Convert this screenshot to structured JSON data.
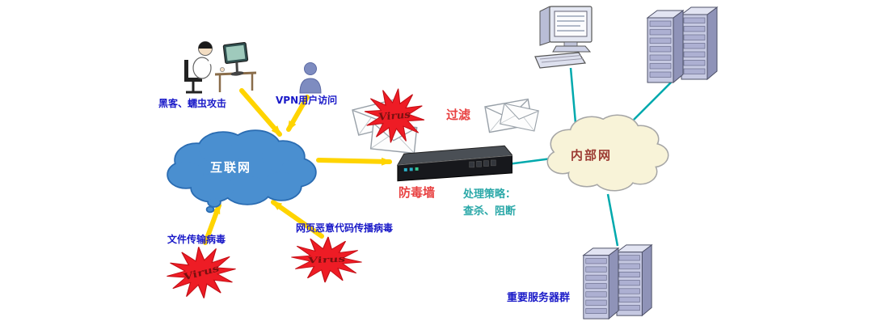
{
  "colors": {
    "arrow_yellow": "#ffd400",
    "line_teal": "#00a9ad",
    "virus_red": "#ee1c25",
    "virus_stroke": "#c40f16",
    "virus_text": "#7a1010",
    "label_blue": "#1a1ac8",
    "text_red": "#e84040",
    "text_teal": "#2aa8a8",
    "internet_fill": "#4a8fd0",
    "internet_stroke": "#2a6cb2",
    "intranet_fill": "#f8f3d8",
    "intranet_stroke": "#a6a6a6",
    "cloud_internet_text": "#ffffff",
    "cloud_intranet_text": "#9c3b33"
  },
  "nodes": {
    "hacker": {
      "label": "黑客、蠕虫攻击",
      "icon": "person-at-computer"
    },
    "vpn_user": {
      "label": "VPN用户访问",
      "icon": "user-silhouette"
    },
    "internet": {
      "label": "互联网",
      "icon": "cloud"
    },
    "intranet": {
      "label": "内部网",
      "icon": "cloud"
    },
    "firewall": {
      "label": "防毒墙",
      "icon": "rack-appliance"
    },
    "filter": {
      "label": "过滤",
      "icon": "envelopes"
    },
    "policy": {
      "title": "处理策略：",
      "actions": "查杀、阻断"
    },
    "virus_top": {
      "label": "Virus",
      "icon": "starburst"
    },
    "virus_file": {
      "label": "Virus",
      "caption": "文件传输病毒",
      "icon": "starburst"
    },
    "virus_web": {
      "label": "Virus",
      "caption": "网页恶意代码传播病毒",
      "icon": "starburst"
    },
    "workstation": {
      "icon": "desktop-computer"
    },
    "servers_top": {
      "icon": "server-towers"
    },
    "server_group": {
      "caption": "重要服务器群",
      "icon": "server-towers"
    }
  }
}
